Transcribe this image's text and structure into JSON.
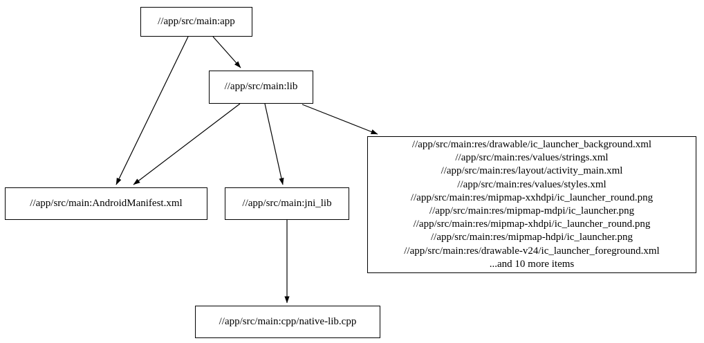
{
  "diagram": {
    "kind": "dependency-graph",
    "background_color": "#ffffff",
    "line_color": "#000000",
    "node_border_color": "#000000",
    "node_fill_color": "#ffffff",
    "nodes": {
      "app": {
        "label": "//app/src/main:app"
      },
      "lib": {
        "label": "//app/src/main:lib"
      },
      "manifest": {
        "label": "//app/src/main:AndroidManifest.xml"
      },
      "jni_lib": {
        "label": "//app/src/main:jni_lib"
      },
      "resources": {
        "label": "//app/src/main:res/drawable/ic_launcher_background.xml\n//app/src/main:res/values/strings.xml\n//app/src/main:res/layout/activity_main.xml\n//app/src/main:res/values/styles.xml\n//app/src/main:res/mipmap-xxhdpi/ic_launcher_round.png\n//app/src/main:res/mipmap-mdpi/ic_launcher.png\n//app/src/main:res/mipmap-xhdpi/ic_launcher_round.png\n//app/src/main:res/mipmap-hdpi/ic_launcher.png\n//app/src/main:res/drawable-v24/ic_launcher_foreground.xml\n...and 10 more items",
        "lines": [
          "//app/src/main:res/drawable/ic_launcher_background.xml",
          "//app/src/main:res/values/strings.xml",
          "//app/src/main:res/layout/activity_main.xml",
          "//app/src/main:res/values/styles.xml",
          "//app/src/main:res/mipmap-xxhdpi/ic_launcher_round.png",
          "//app/src/main:res/mipmap-mdpi/ic_launcher.png",
          "//app/src/main:res/mipmap-xhdpi/ic_launcher_round.png",
          "//app/src/main:res/mipmap-hdpi/ic_launcher.png",
          "//app/src/main:res/drawable-v24/ic_launcher_foreground.xml",
          "...and 10 more items"
        ]
      },
      "native_cpp": {
        "label": "//app/src/main:cpp/native-lib.cpp"
      }
    },
    "edges": [
      {
        "from": "app",
        "to": "lib"
      },
      {
        "from": "app",
        "to": "manifest"
      },
      {
        "from": "lib",
        "to": "manifest"
      },
      {
        "from": "lib",
        "to": "jni_lib"
      },
      {
        "from": "lib",
        "to": "resources"
      },
      {
        "from": "jni_lib",
        "to": "native_cpp"
      }
    ]
  }
}
